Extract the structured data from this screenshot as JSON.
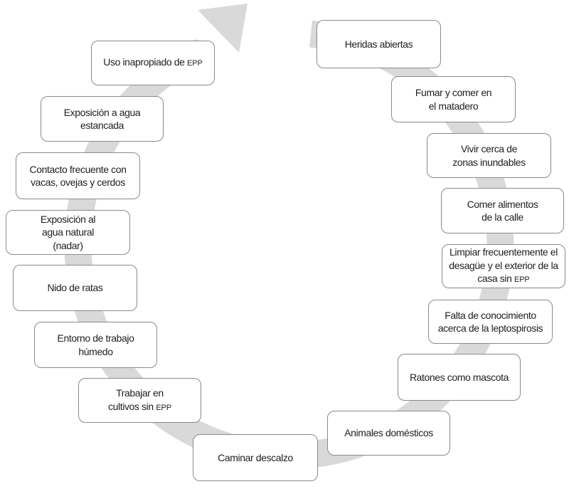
{
  "diagram": {
    "type": "cycle",
    "direction": "clockwise",
    "colors": {
      "arrow_band": "#d9d9d9",
      "box_border": "#8a8a8a",
      "box_fill": "#ffffff",
      "text": "#1f1f1f"
    },
    "nodes": [
      {
        "id": "heridas-abiertas",
        "label": "Heridas abiertas"
      },
      {
        "id": "fumar-comer-matadero",
        "label": "Fumar y comer en\nel matadero"
      },
      {
        "id": "vivir-zonas-inundables",
        "label": "Vivir cerca de\nzonas inundables"
      },
      {
        "id": "comer-alimentos-calle",
        "label": "Comer alimentos\nde la calle"
      },
      {
        "id": "limpiar-desague-sin-epp",
        "label": "Limpiar frecuentemente el\ndesagüe y el exterior de la\ncasa sin EPP"
      },
      {
        "id": "falta-conocimiento",
        "label": "Falta de conocimiento\nacerca de la leptospirosis"
      },
      {
        "id": "ratones-como-mascota",
        "label": "Ratones como mascota"
      },
      {
        "id": "animales-domesticos",
        "label": "Animales domésticos"
      },
      {
        "id": "caminar-descalzo",
        "label": "Caminar descalzo"
      },
      {
        "id": "trabajar-cultivos-sin-epp",
        "label": "Trabajar en\ncultivos sin EPP"
      },
      {
        "id": "entorno-trabajo-humedo",
        "label": "Entorno de trabajo\nhúmedo"
      },
      {
        "id": "nido-de-ratas",
        "label": "Nido de ratas"
      },
      {
        "id": "exposicion-agua-natural",
        "label": "Exposición al\nagua natural\n(nadar)"
      },
      {
        "id": "contacto-vacas-ovejas-cerdos",
        "label": "Contacto frecuente con\nvacas, ovejas y cerdos"
      },
      {
        "id": "exposicion-agua-estancada",
        "label": "Exposición a agua\nestancada"
      },
      {
        "id": "uso-inapropiado-epp",
        "label": "Uso inapropiado de EPP"
      }
    ]
  }
}
